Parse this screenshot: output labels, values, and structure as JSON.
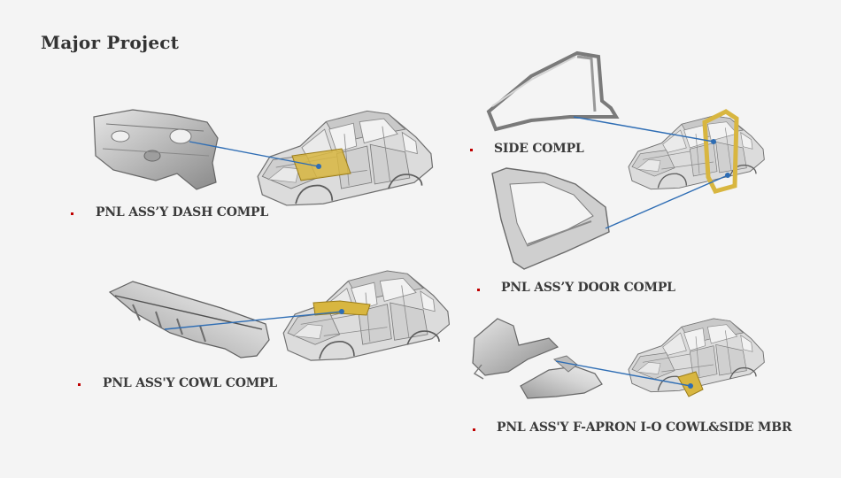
{
  "title": "Major Project",
  "accent_color": "#c00000",
  "connector_color": "#2e6db4",
  "highlight_color": "#d8b640",
  "projects": [
    {
      "label": "PNL ASS’Y DASH COMPL"
    },
    {
      "label": "SIDE COMPL"
    },
    {
      "label": "PNL ASS’Y DOOR COMPL"
    },
    {
      "label": "PNL ASS'Y COWL COMPL"
    },
    {
      "label": "PNL ASS'Y F-APRON I-O COWL&SIDE MBR"
    }
  ]
}
